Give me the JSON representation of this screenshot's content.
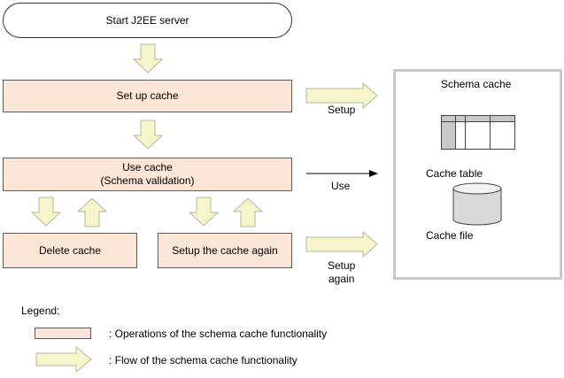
{
  "start": "Start J2EE server",
  "steps": {
    "setup": "Set up cache",
    "use_line1": "Use cache",
    "use_line2": "(Schema validation)",
    "delete": "Delete cache",
    "setup_again": "Setup the cache again"
  },
  "edges": {
    "setup": "Setup",
    "use": "Use",
    "setup_again_line1": "Setup",
    "setup_again_line2": "again"
  },
  "schema_panel": {
    "title": "Schema cache",
    "table_label": "Cache table",
    "file_label": "Cache file"
  },
  "legend": {
    "title": "Legend:",
    "operations": ": Operations of the schema cache functionality",
    "flow": ": Flow of the schema cache functionality"
  },
  "colors": {
    "box_fill": "#fae5d7",
    "arrow_fill": "#f6f4cb",
    "panel_border": "#c8c8c8"
  }
}
